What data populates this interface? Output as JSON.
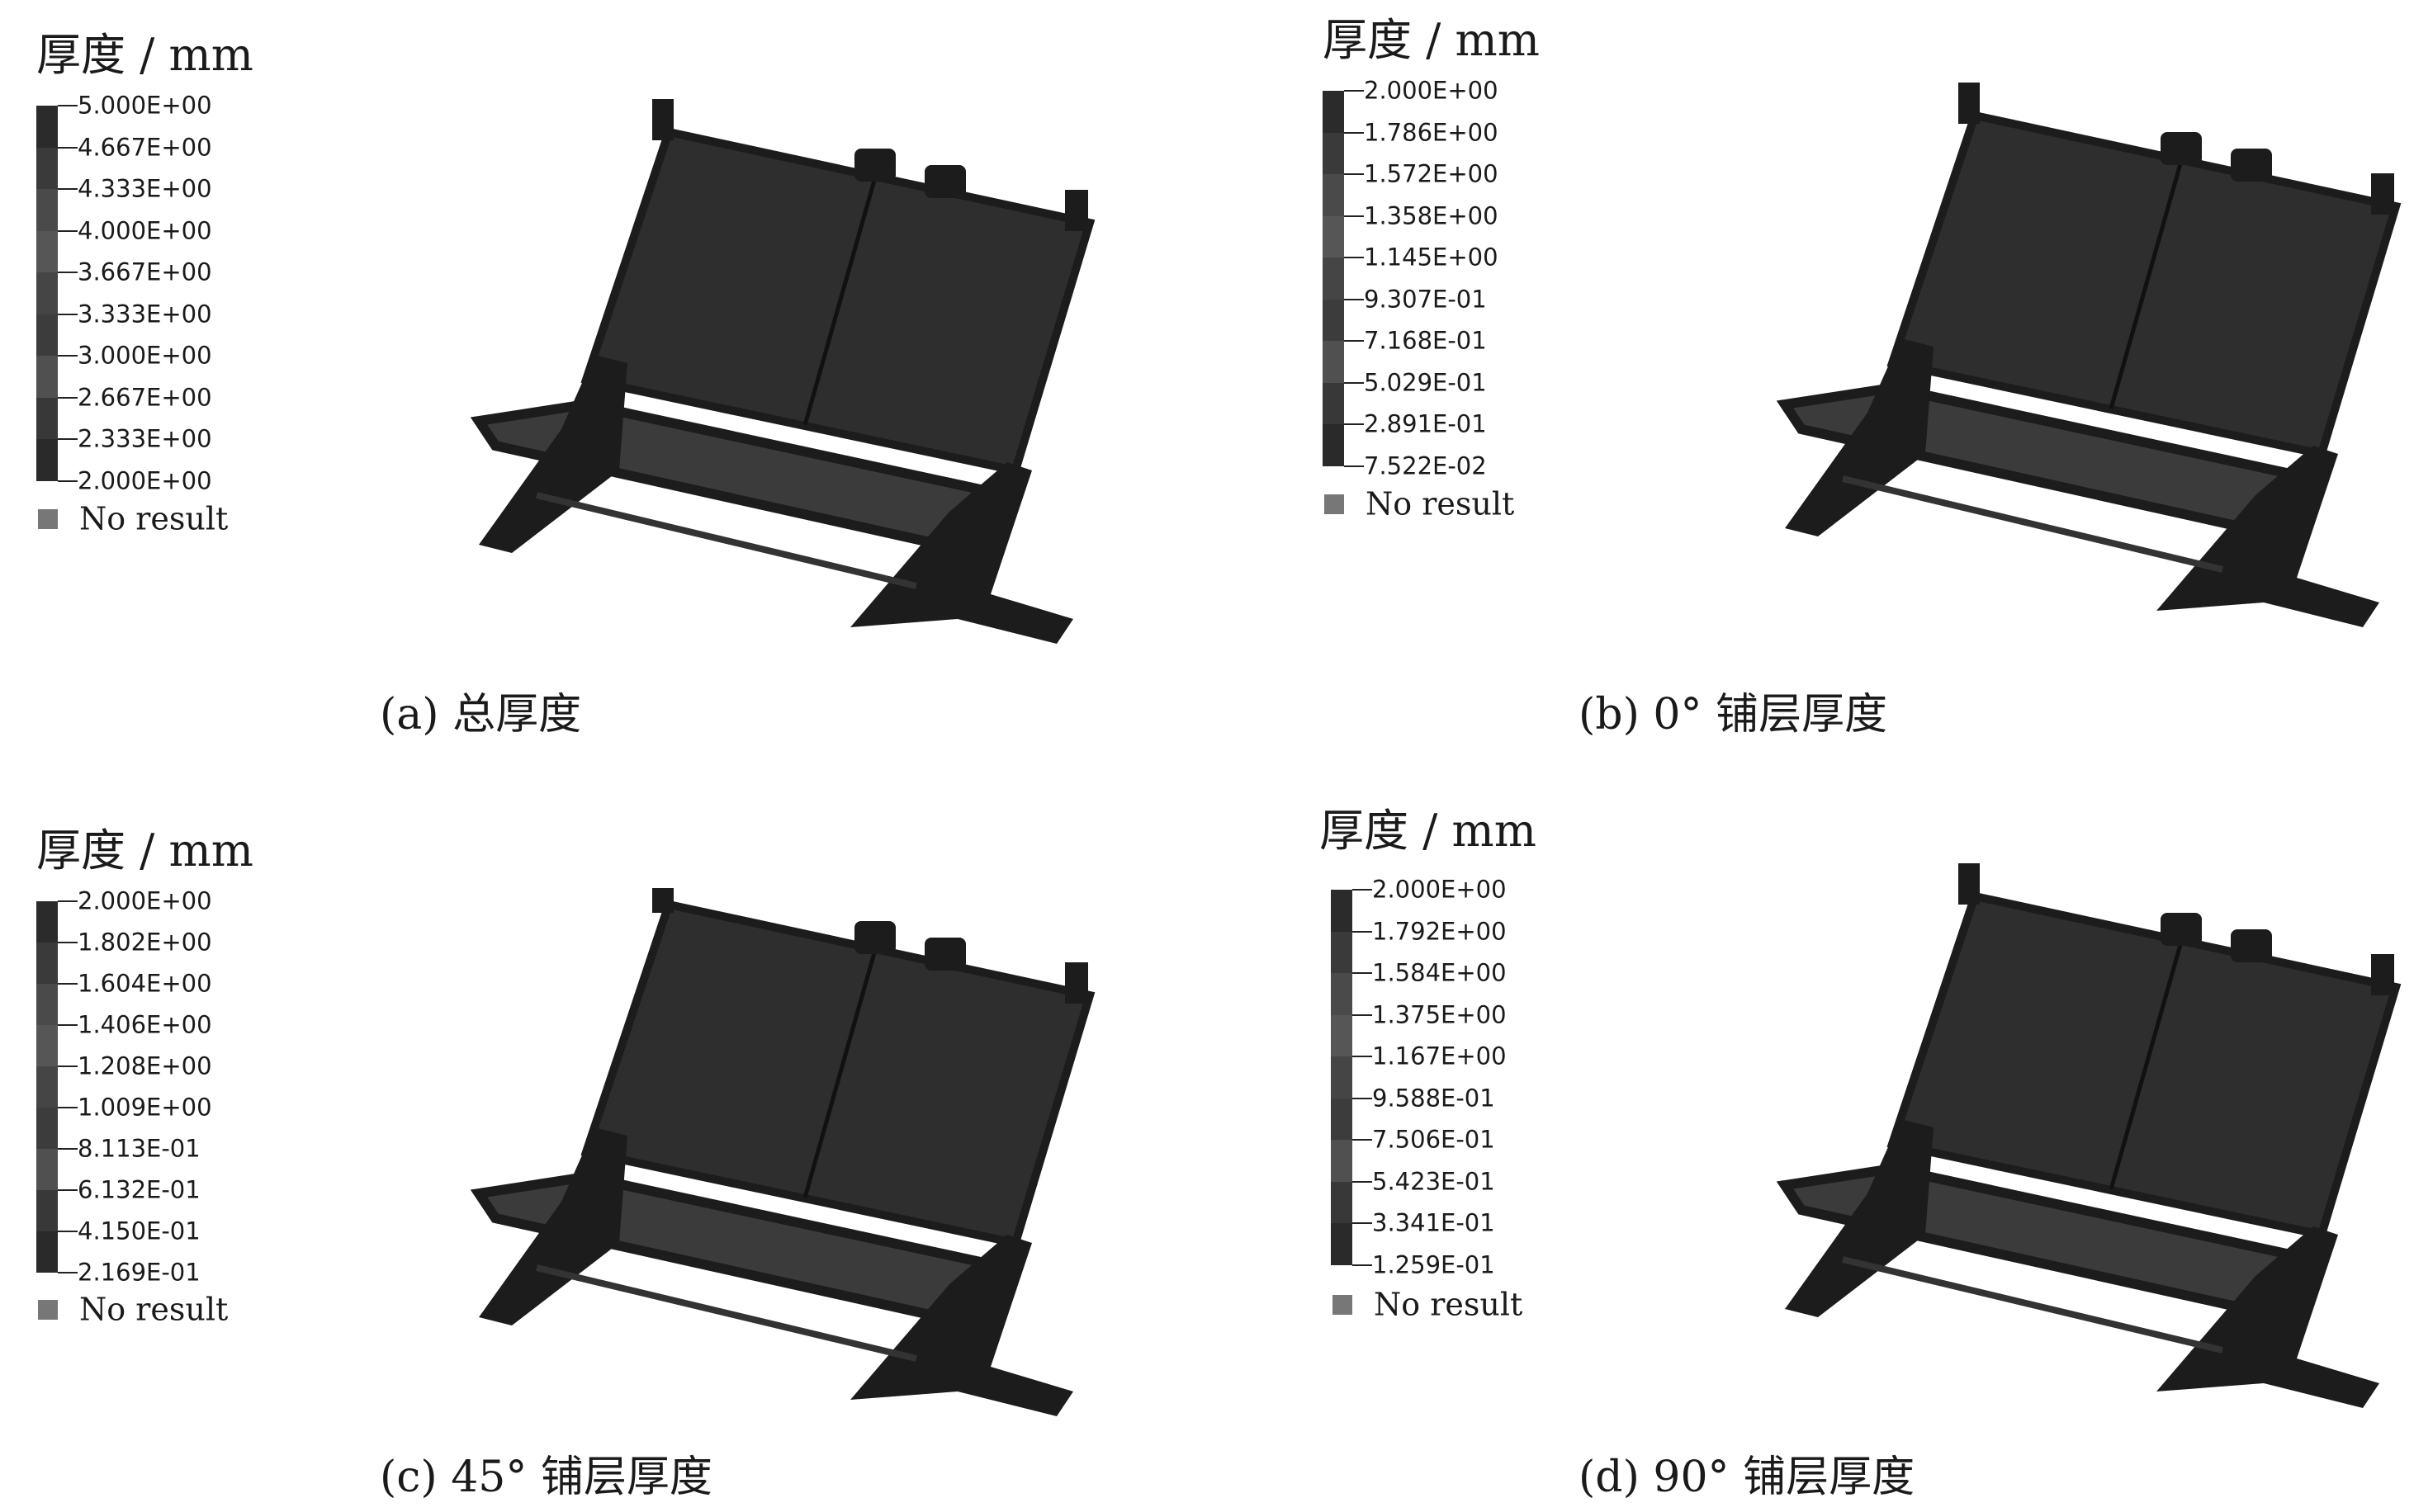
{
  "panels": [
    {
      "id": "a",
      "caption": "(a)   总厚度",
      "legend_title": "厚度 / mm",
      "ticks": [
        "5.000E+00",
        "4.667E+00",
        "4.333E+00",
        "4.000E+00",
        "3.667E+00",
        "3.333E+00",
        "3.000E+00",
        "2.667E+00",
        "2.333E+00",
        "2.000E+00"
      ],
      "no_result": "No result"
    },
    {
      "id": "b",
      "caption": "(b)   0°  铺层厚度",
      "legend_title": "厚度 / mm",
      "ticks": [
        "2.000E+00",
        "1.786E+00",
        "1.572E+00",
        "1.358E+00",
        "1.145E+00",
        "9.307E-01",
        "7.168E-01",
        "5.029E-01",
        "2.891E-01",
        "7.522E-02"
      ],
      "no_result": "No result"
    },
    {
      "id": "c",
      "caption": "(c)  45°  铺层厚度",
      "legend_title": "厚度 / mm",
      "ticks": [
        "2.000E+00",
        "1.802E+00",
        "1.604E+00",
        "1.406E+00",
        "1.208E+00",
        "1.009E+00",
        "8.113E-01",
        "6.132E-01",
        "4.150E-01",
        "2.169E-01"
      ],
      "no_result": "No result"
    },
    {
      "id": "d",
      "caption": "(d)   90°  铺层厚度",
      "legend_title": "厚度 / mm",
      "ticks": [
        "2.000E+00",
        "1.792E+00",
        "1.584E+00",
        "1.375E+00",
        "1.167E+00",
        "9.588E-01",
        "7.506E-01",
        "5.423E-01",
        "3.341E-01",
        "1.259E-01"
      ],
      "no_result": "No result"
    }
  ],
  "colors": {
    "legend_shades": [
      "#2b2b2b",
      "#3a3a3a",
      "#4a4a4a",
      "#565656",
      "#454545",
      "#3c3c3c",
      "#505050",
      "#383838",
      "#2a2a2a"
    ],
    "seat_body": "#2e2e2e",
    "seat_frame": "#1c1c1c",
    "no_result": "#777777"
  }
}
